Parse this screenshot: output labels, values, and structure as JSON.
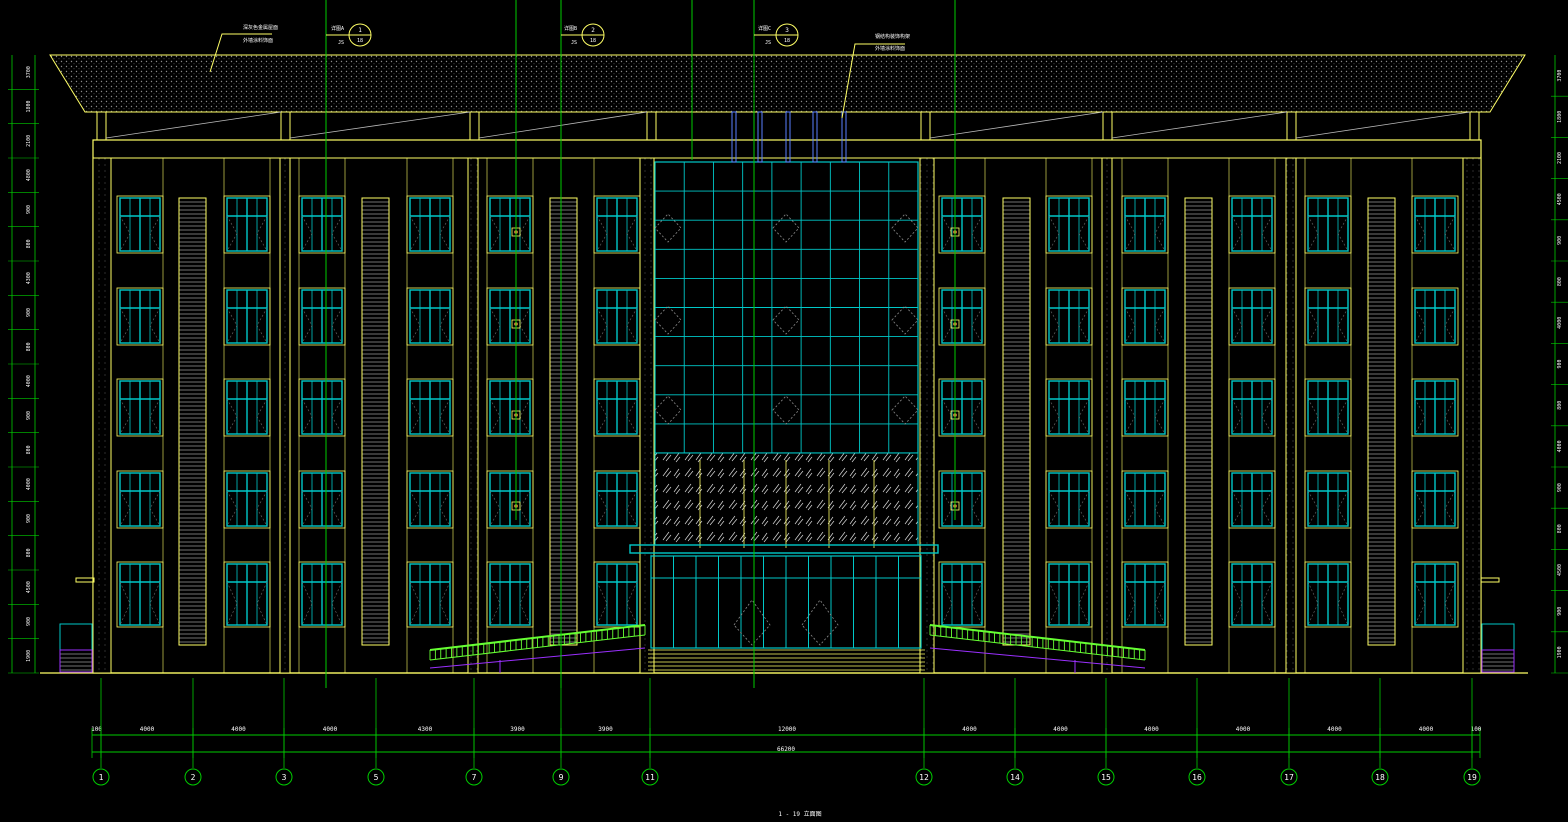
{
  "drawing_title": "1 - 19 立面图",
  "colors": {
    "background": "#000000",
    "outline": "#ffff66",
    "glass": "#00c8c8",
    "dim": "#00cc00",
    "rail": "#66ff33",
    "roof": "#bdbdbd",
    "accent": "#9b30ff"
  },
  "axis_labels": [
    "1",
    "2",
    "3",
    "5",
    "7",
    "9",
    "11",
    "12",
    "14",
    "15",
    "16",
    "17",
    "18",
    "19"
  ],
  "bottom_dimensions": [
    "100",
    "4000",
    "4000",
    "4000",
    "4300",
    "3900",
    "3900",
    "12000",
    "4000",
    "4000",
    "4000",
    "4000",
    "4000",
    "4000",
    "100"
  ],
  "total_dimension": "66200",
  "left_dimensions": [
    "3700",
    "1800",
    "2100",
    "4800",
    "900",
    "800",
    "4300",
    "900",
    "800",
    "4000",
    "900",
    "800",
    "4000",
    "900",
    "800",
    "4500",
    "900",
    "1900"
  ],
  "right_dimensions": [
    "3700",
    "1800",
    "2100",
    "4500",
    "900",
    "800",
    "4000",
    "900",
    "800",
    "4000",
    "900",
    "800",
    "4500",
    "900",
    "1900"
  ],
  "callouts": [
    {
      "label": "详图A",
      "num": "1",
      "sheet": "18",
      "ref": "JS"
    },
    {
      "label": "详图B",
      "num": "2",
      "sheet": "18",
      "ref": "JS"
    },
    {
      "label": "详图C",
      "num": "3",
      "sheet": "18",
      "ref": "JS"
    }
  ],
  "notes": [
    {
      "line1": "深灰色金属屋面",
      "line2": "外墙涂料饰面"
    },
    {
      "line1": "钢结构装饰构架",
      "line2": "外墙涂料饰面"
    }
  ]
}
